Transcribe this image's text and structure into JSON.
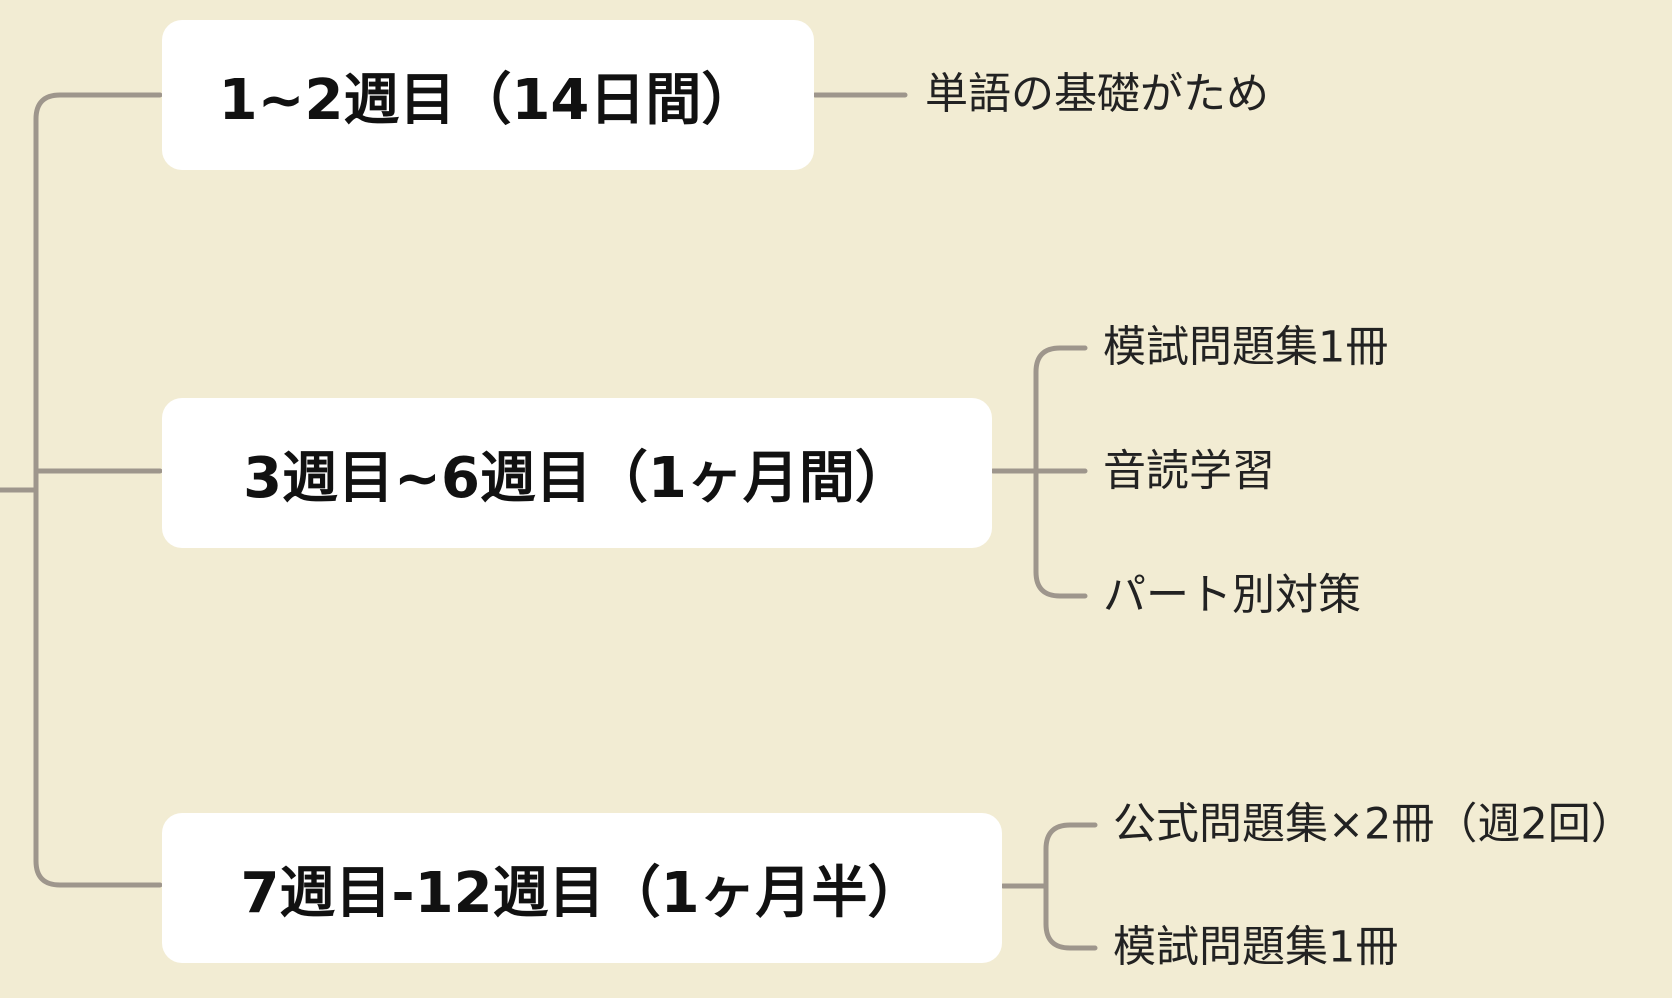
{
  "colors": {
    "background": "#f2ecd3",
    "node_fill": "#ffffff",
    "connector": "#9e968c",
    "text": "#111111"
  },
  "phases": [
    {
      "title": "1~2週目（14日間）",
      "tasks": [
        "単語の基礎がため"
      ]
    },
    {
      "title": "3週目~6週目（1ヶ月間）",
      "tasks": [
        "模試問題集1冊",
        "音読学習",
        "パート別対策"
      ]
    },
    {
      "title": "7週目-12週目（1ヶ月半）",
      "tasks": [
        "公式問題集×2冊（週2回）",
        "模試問題集1冊"
      ]
    }
  ]
}
